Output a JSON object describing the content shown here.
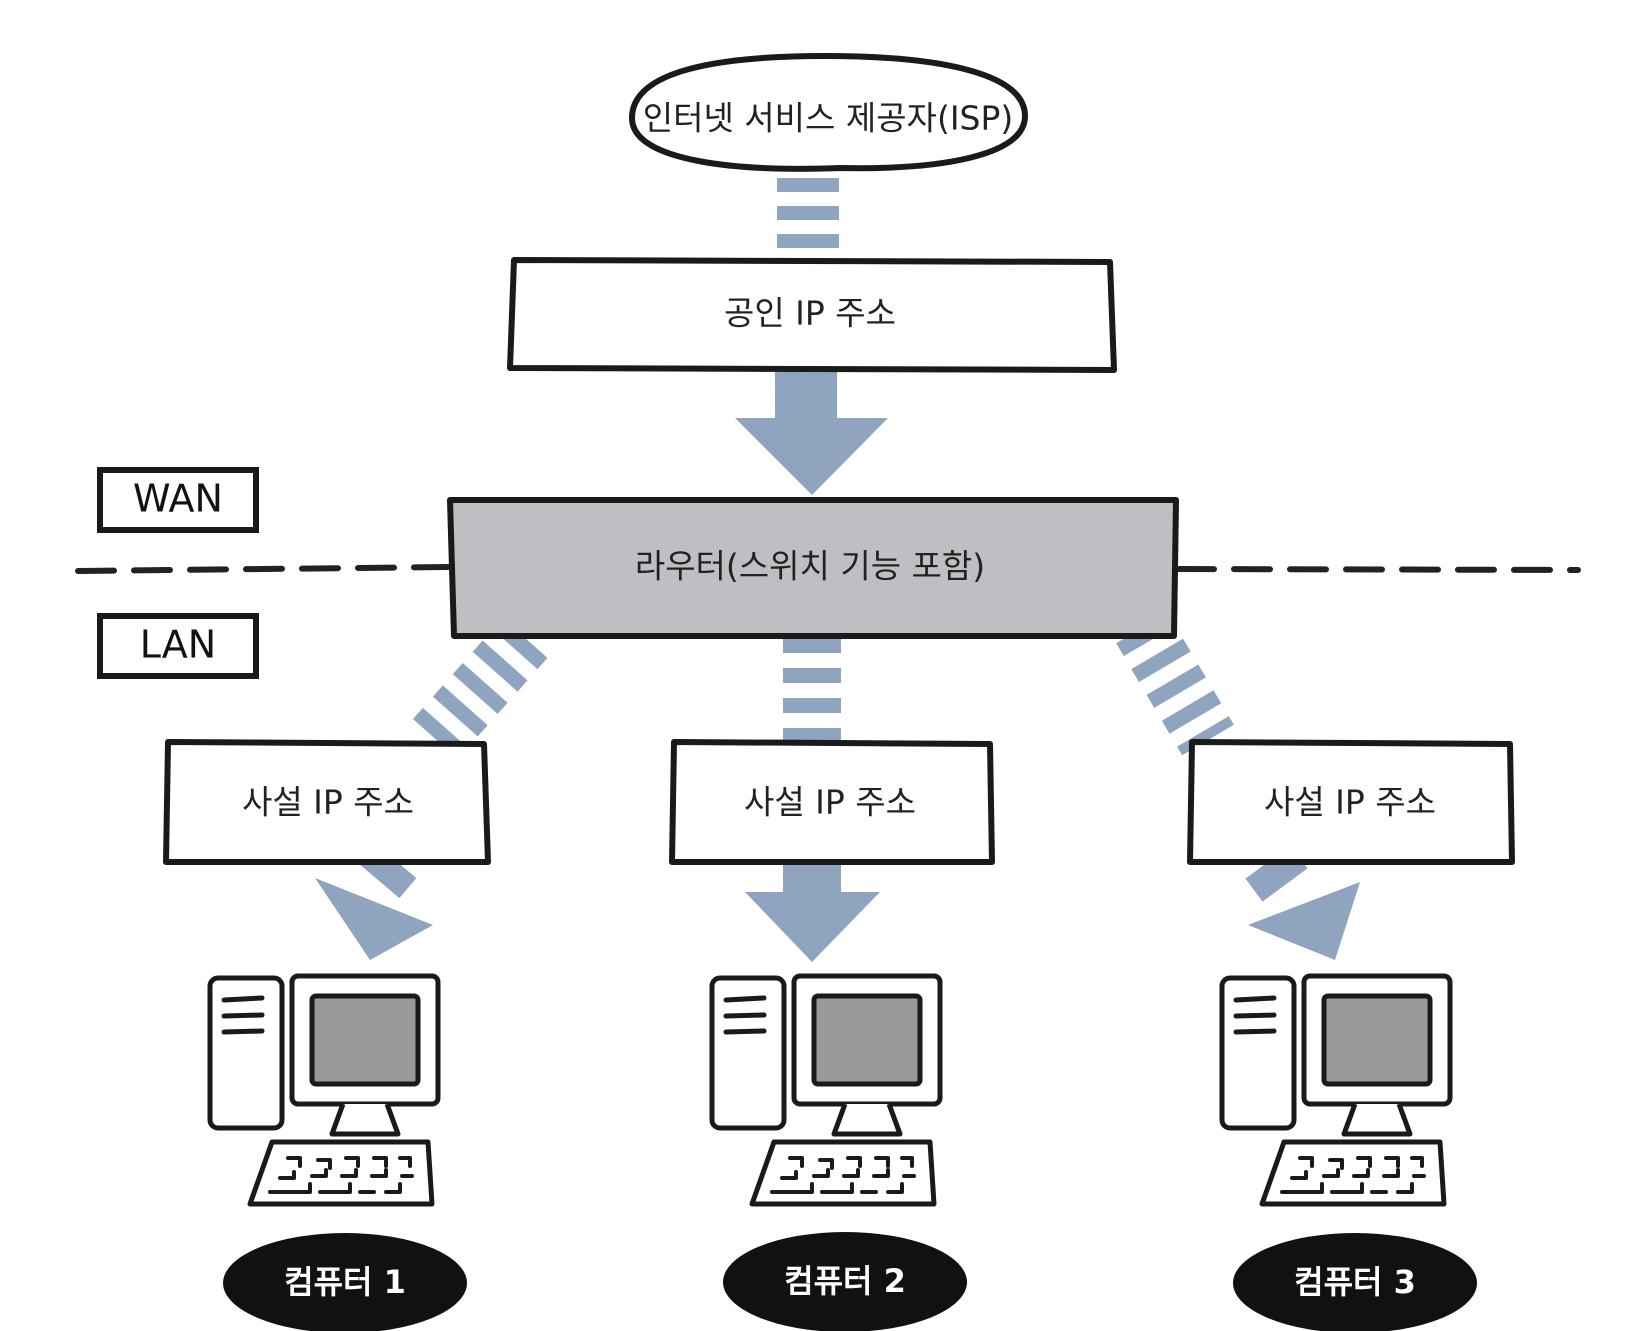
{
  "isp": {
    "label": "인터넷 서비스 제공자(ISP)"
  },
  "public_ip": {
    "label": "공인 IP 주소"
  },
  "router": {
    "label": "라우터(스위치 기능 포함)"
  },
  "zones": {
    "wan": "WAN",
    "lan": "LAN"
  },
  "private_ips": [
    {
      "label": "사설 IP 주소"
    },
    {
      "label": "사설 IP 주소"
    },
    {
      "label": "사설 IP 주소"
    }
  ],
  "computers": [
    {
      "label": "컴퓨터 1"
    },
    {
      "label": "컴퓨터 2"
    },
    {
      "label": "컴퓨터 3"
    }
  ],
  "colors": {
    "link": "#8fa4bf",
    "router_fill": "#bdbfc3",
    "screen_fill": "#999999",
    "outline": "#1a1a1a"
  },
  "icons": [
    "computer-icon",
    "keyboard-icon",
    "monitor-icon",
    "tower-icon"
  ]
}
